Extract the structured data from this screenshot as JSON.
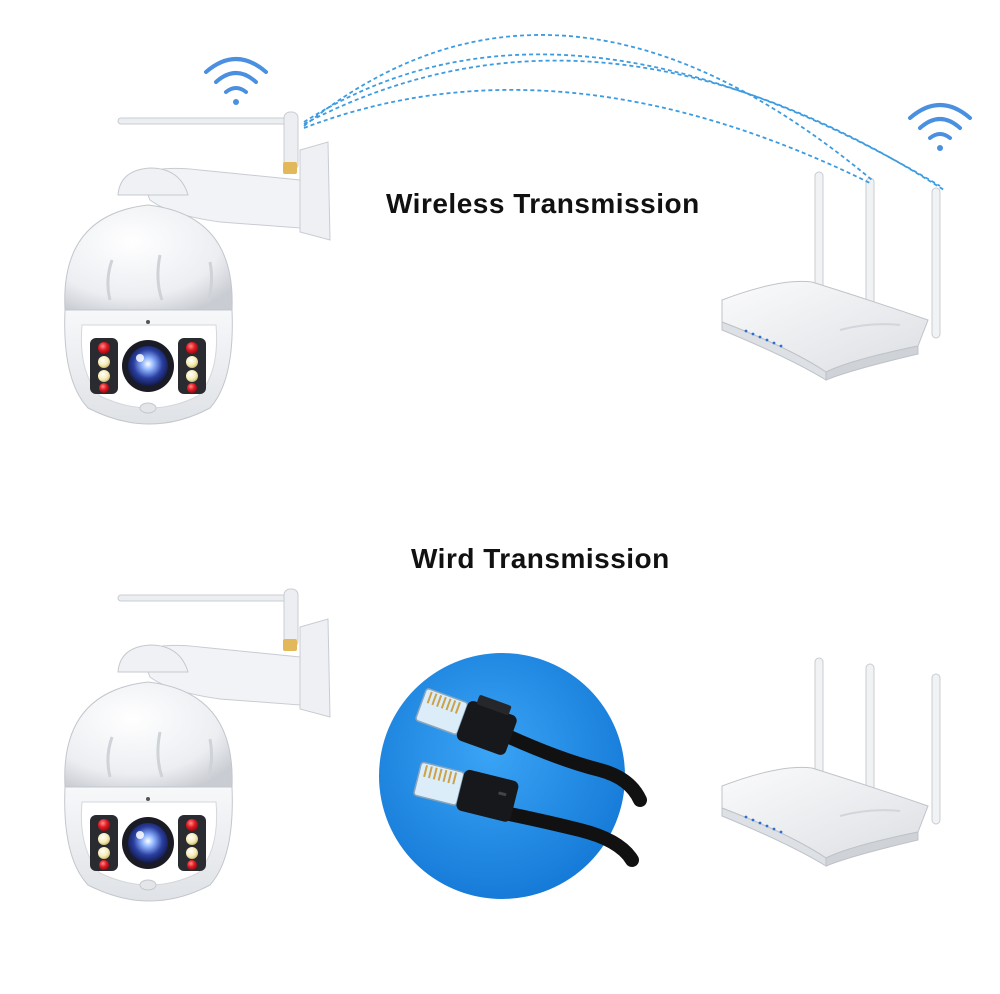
{
  "captions": {
    "wireless": "Wireless Transmission",
    "wired": "Wird Transmission"
  },
  "colors": {
    "signal_blue": "#3d9be0",
    "wifi_icon_blue": "#4a8fe0",
    "badge_blue": "#1e8fe6",
    "led_red": "#d8141c",
    "led_yellow": "#f4e9b0",
    "body_white": "#f4f5f7"
  },
  "icons": [
    "wifi-icon",
    "camera-illustration",
    "router-illustration",
    "ethernet-cable-illustration"
  ]
}
